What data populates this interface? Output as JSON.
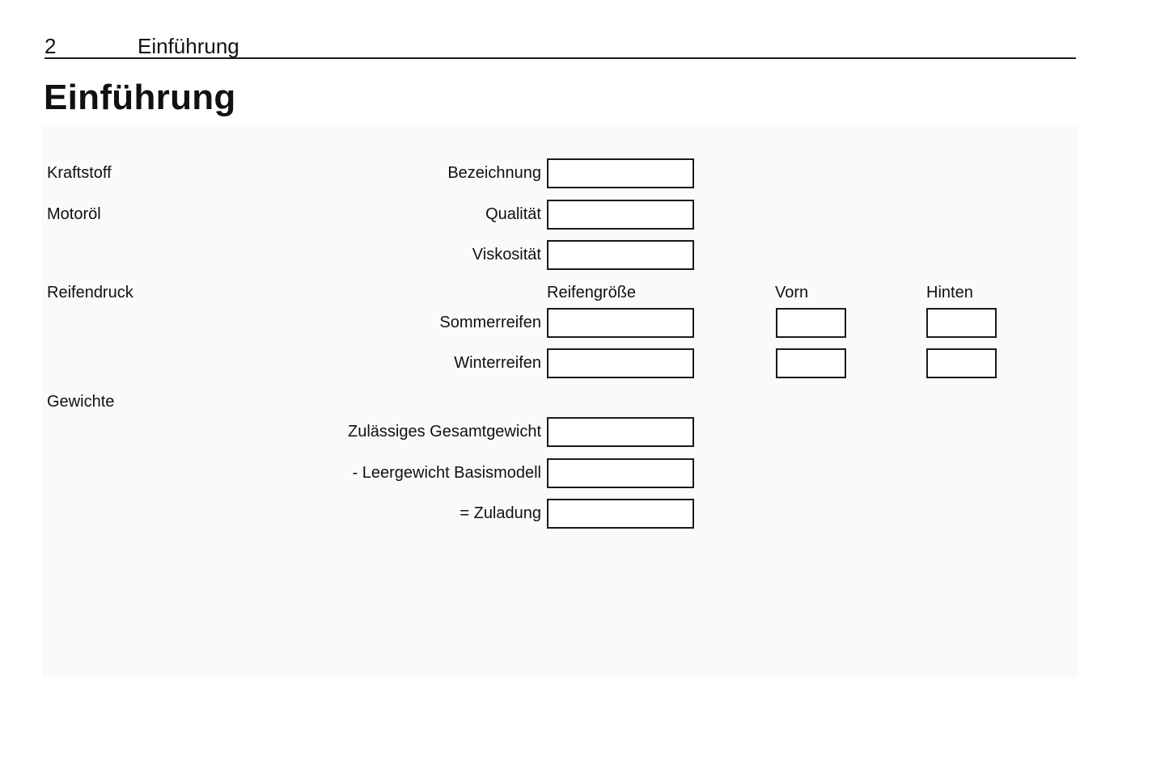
{
  "header": {
    "page_number": "2",
    "section": "Einführung"
  },
  "title": "Einführung",
  "panel": {
    "group_labels": {
      "kraftstoff": "Kraftstoff",
      "motoroel": "Motoröl",
      "reifendruck": "Reifendruck",
      "gewichte": "Gewichte"
    },
    "field_labels": {
      "bezeichnung": "Bezeichnung",
      "qualitaet": "Qualität",
      "viskositaet": "Viskosität",
      "sommerreifen": "Sommerreifen",
      "winterreifen": "Winterreifen",
      "gesamtgewicht": "Zulässiges Gesamtgewicht",
      "leergewicht": "- Leergewicht Basismodell",
      "zuladung": "= Zuladung"
    },
    "column_headers": {
      "reifengroesse": "Reifengröße",
      "vorn": "Vorn",
      "hinten": "Hinten"
    },
    "inputs": {
      "bezeichnung": "",
      "qualitaet": "",
      "viskositaet": "",
      "sommerreifen_groesse": "",
      "sommerreifen_vorn": "",
      "sommerreifen_hinten": "",
      "winterreifen_groesse": "",
      "winterreifen_vorn": "",
      "winterreifen_hinten": "",
      "gesamtgewicht": "",
      "leergewicht": "",
      "zuladung": ""
    },
    "colors": {
      "panel_bg": "#fafafa",
      "box_border": "#1a1a1a",
      "rule": "#1a1a1a",
      "text": "#111111"
    }
  }
}
